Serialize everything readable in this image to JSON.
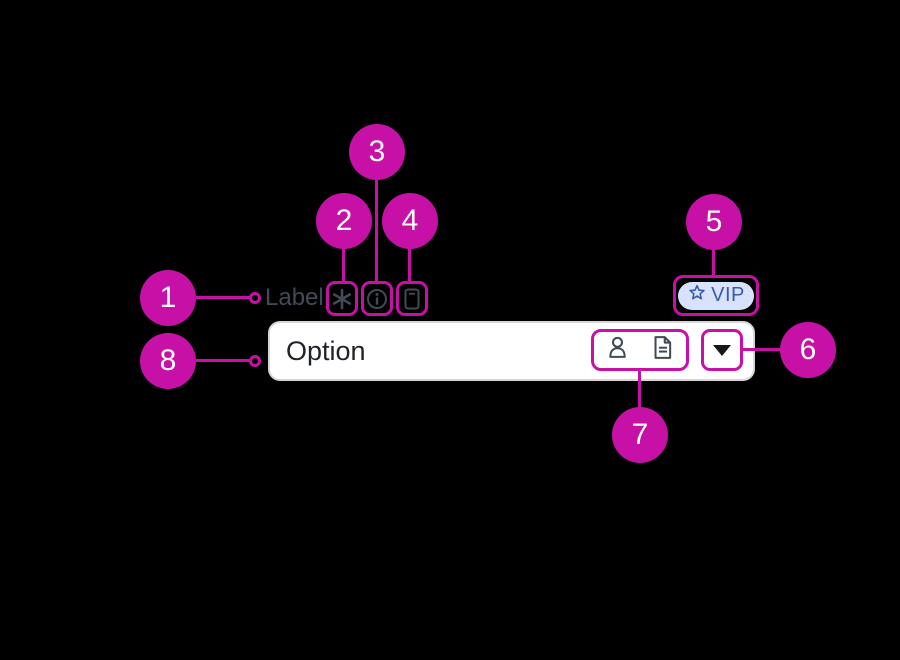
{
  "colors": {
    "background": "#000000",
    "annotation": "#C711A6",
    "number": "#FFFFFF",
    "label_text": "#414B56",
    "icon": "#414B56",
    "field_bg": "#FFFFFF",
    "field_border": "#D6D6D6",
    "option_text": "#1F2328",
    "badge_bg": "#D8E2FC",
    "badge_text": "#3A5BA9",
    "arrow": "#16191C"
  },
  "callouts": [
    {
      "number": "1"
    },
    {
      "number": "2"
    },
    {
      "number": "3"
    },
    {
      "number": "4"
    },
    {
      "number": "5"
    },
    {
      "number": "6"
    },
    {
      "number": "7"
    },
    {
      "number": "8"
    }
  ],
  "component": {
    "label": "Label",
    "badge": "VIP",
    "option": "Option"
  }
}
